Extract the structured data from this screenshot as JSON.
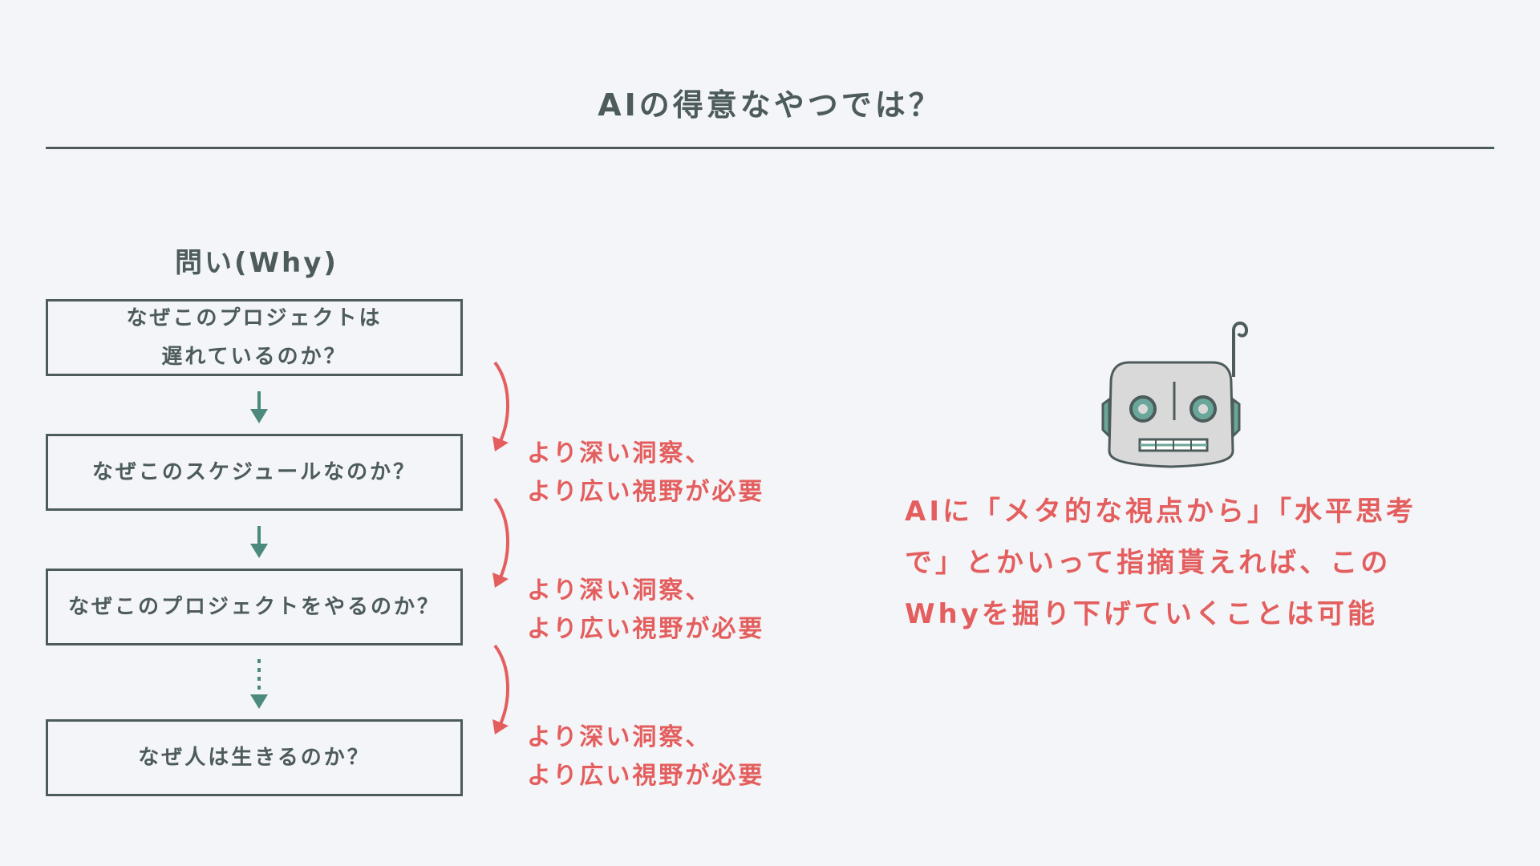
{
  "slide": {
    "title": "AIの得意なやつでは？"
  },
  "questions": {
    "heading": "問い(Why)",
    "items": [
      {
        "text": "なぜこのプロジェクトは\n遅れているのか？"
      },
      {
        "text": "なぜこのスケジュールなのか？"
      },
      {
        "text": "なぜこのプロジェクトをやるのか？"
      },
      {
        "text": "なぜ人は生きるのか？"
      }
    ]
  },
  "notes": {
    "items": [
      {
        "text": "より深い洞察、\nより広い視野が必要"
      },
      {
        "text": "より深い洞察、\nより広い視野が必要"
      },
      {
        "text": "より深い洞察、\nより広い視野が必要"
      }
    ]
  },
  "ai": {
    "icon": "robot-head-icon",
    "statement": "AIに「メタ的な視点から」「水平思考で」とかいって指摘貰えれば、このWhyを掘り下げていくことは可能"
  },
  "colors": {
    "text_dark": "#4d5b5a",
    "accent_red": "#e45e5e",
    "arrow_teal": "#4c8a7e",
    "robot_gray": "#d9d9d9",
    "robot_eye_teal": "#6aa69a",
    "background": "#f3f5f8"
  }
}
